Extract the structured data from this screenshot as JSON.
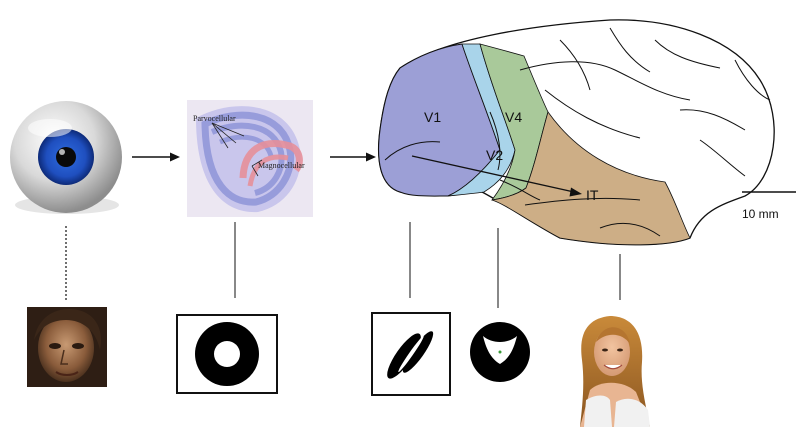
{
  "lgn": {
    "parvocellular_label": "Parvocellular",
    "magnocellular_label": "Magnocellular"
  },
  "brain": {
    "areas": {
      "v1": "V1",
      "v2": "V2",
      "v4": "V4",
      "it": "IT"
    },
    "scale_bar_label": "10 mm"
  },
  "colors": {
    "v1": "#9c9fd6",
    "v2": "#a9d4ea",
    "v4": "#a9c99a",
    "it": "#cdae86",
    "eye_iris": "#1f4fbf",
    "lgn_stain": "#8e94d8",
    "magno_stain": "#e58f9a"
  }
}
